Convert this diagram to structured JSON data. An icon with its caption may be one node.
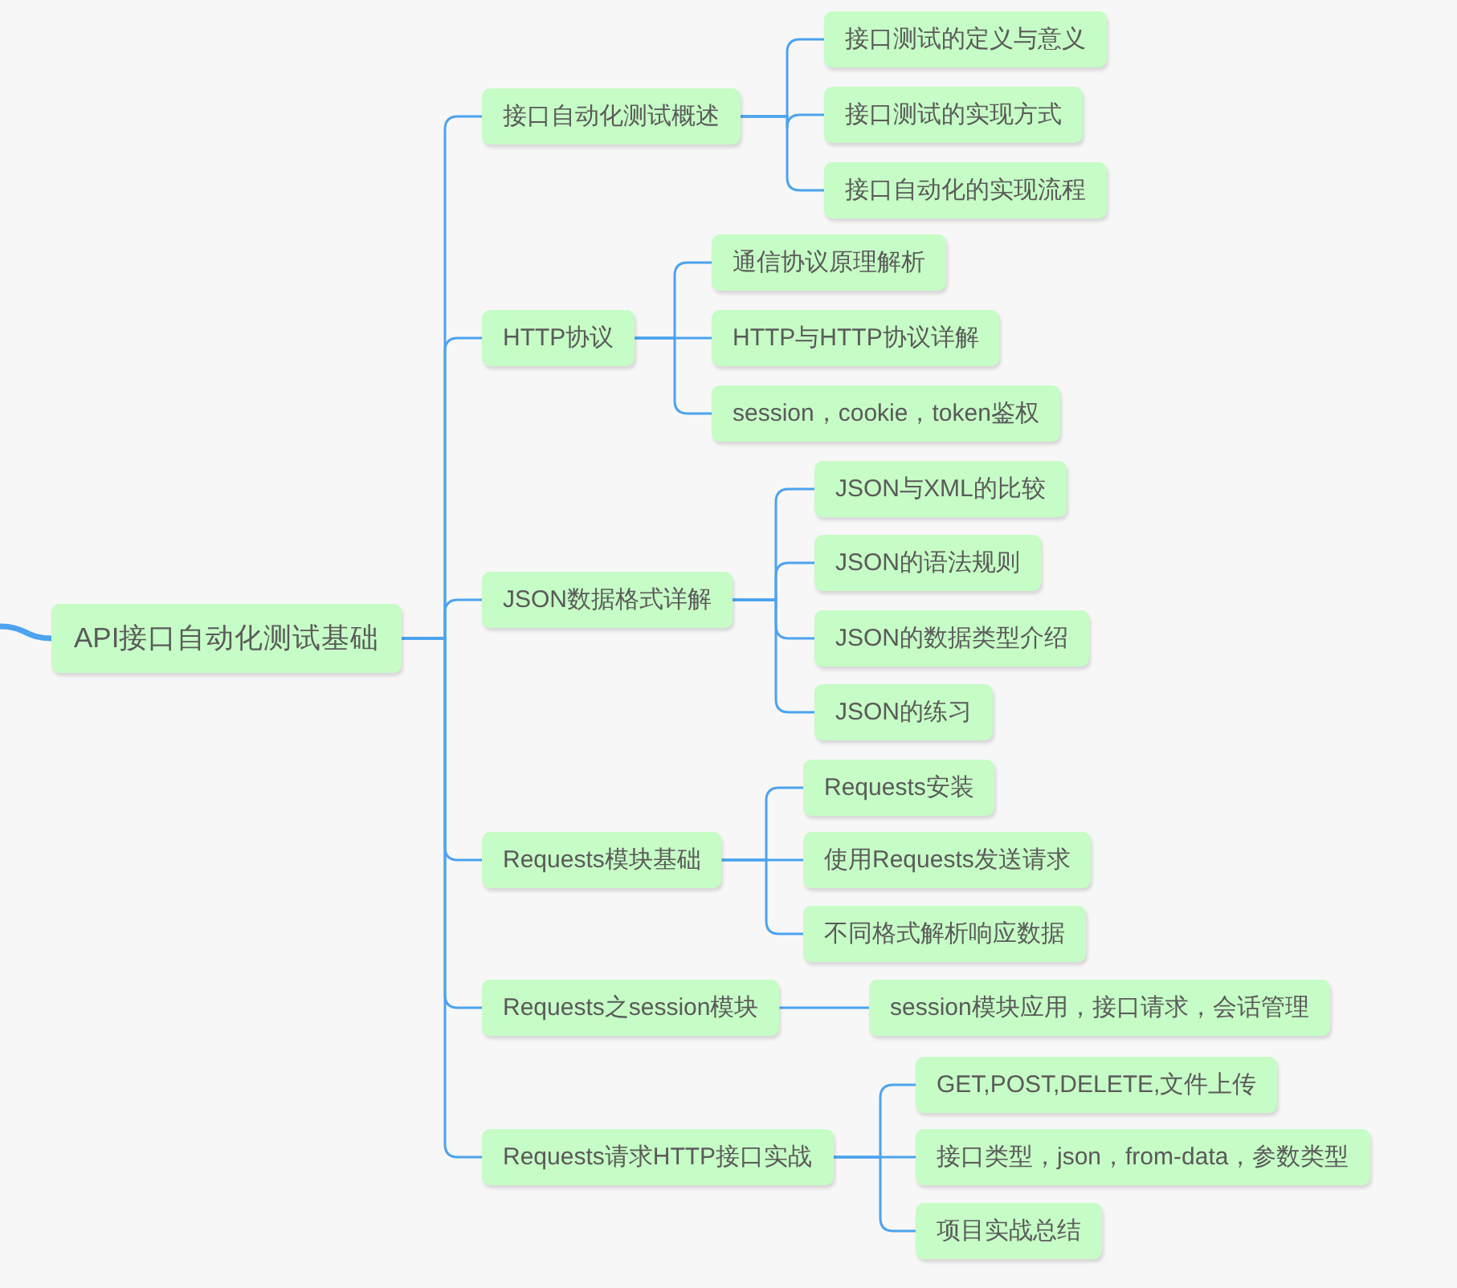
{
  "diagram": {
    "nodes": [
      {
        "text": [
          "API接口自动化测试基础"
        ]
      },
      {
        "text": [
          "接口自动化测试概述"
        ]
      },
      {
        "text": [
          "接口测试的定义与意义"
        ]
      },
      {
        "text": [
          "接口测试的实现方式"
        ]
      },
      {
        "text": [
          "接口自动化的实现流程"
        ]
      },
      {
        "text": [
          "HTTP协议"
        ]
      },
      {
        "text": [
          "通信协议原理解析"
        ]
      },
      {
        "text": [
          "HTTP与HTTP协议详解"
        ]
      },
      {
        "text": [
          "session，cookie，token鉴权"
        ]
      },
      {
        "text": [
          "JSON数据格式详解"
        ]
      },
      {
        "text": [
          "JSON与XML的比较"
        ]
      },
      {
        "text": [
          "JSON的语法规则"
        ]
      },
      {
        "text": [
          "JSON的数据类型介绍"
        ]
      },
      {
        "text": [
          "JSON的练习"
        ]
      },
      {
        "text": [
          "Requests模块基础"
        ]
      },
      {
        "text": [
          "Requests安装"
        ]
      },
      {
        "text": [
          "使用Requests发送请求"
        ]
      },
      {
        "text": [
          "不同格式解析响应数据"
        ]
      },
      {
        "text": [
          "Requests之session模块"
        ]
      },
      {
        "text": [
          "session模块应用，接口请求，会话管理"
        ]
      },
      {
        "text": [
          "Requests请求HTTP接口实战"
        ]
      },
      {
        "text": [
          "GET,POST,DELETE,文件上传"
        ]
      },
      {
        "text": [
          "接口类型，json，from-data，参数类型"
        ]
      },
      {
        "text": [
          "项目实战总结"
        ]
      }
    ],
    "edges": [
      {
        "from": null,
        "to": 0,
        "arrow": "none",
        "style": "thick"
      },
      {
        "from": 0,
        "to": 1,
        "arrow": "none"
      },
      {
        "from": 0,
        "to": 5,
        "arrow": "none"
      },
      {
        "from": 0,
        "to": 9,
        "arrow": "none"
      },
      {
        "from": 0,
        "to": 14,
        "arrow": "none"
      },
      {
        "from": 0,
        "to": 18,
        "arrow": "none"
      },
      {
        "from": 0,
        "to": 20,
        "arrow": "none"
      },
      {
        "from": 1,
        "to": 2,
        "arrow": "none"
      },
      {
        "from": 1,
        "to": 3,
        "arrow": "none"
      },
      {
        "from": 1,
        "to": 4,
        "arrow": "none"
      },
      {
        "from": 5,
        "to": 6,
        "arrow": "none"
      },
      {
        "from": 5,
        "to": 7,
        "arrow": "none"
      },
      {
        "from": 5,
        "to": 8,
        "arrow": "none"
      },
      {
        "from": 9,
        "to": 10,
        "arrow": "none"
      },
      {
        "from": 9,
        "to": 11,
        "arrow": "none"
      },
      {
        "from": 9,
        "to": 12,
        "arrow": "none"
      },
      {
        "from": 9,
        "to": 13,
        "arrow": "none"
      },
      {
        "from": 14,
        "to": 15,
        "arrow": "none"
      },
      {
        "from": 14,
        "to": 16,
        "arrow": "none"
      },
      {
        "from": 14,
        "to": 17,
        "arrow": "none"
      },
      {
        "from": 18,
        "to": 19,
        "arrow": "none"
      },
      {
        "from": 20,
        "to": 21,
        "arrow": "none"
      },
      {
        "from": 20,
        "to": 22,
        "arrow": "none"
      },
      {
        "from": 20,
        "to": 23,
        "arrow": "none"
      }
    ]
  }
}
